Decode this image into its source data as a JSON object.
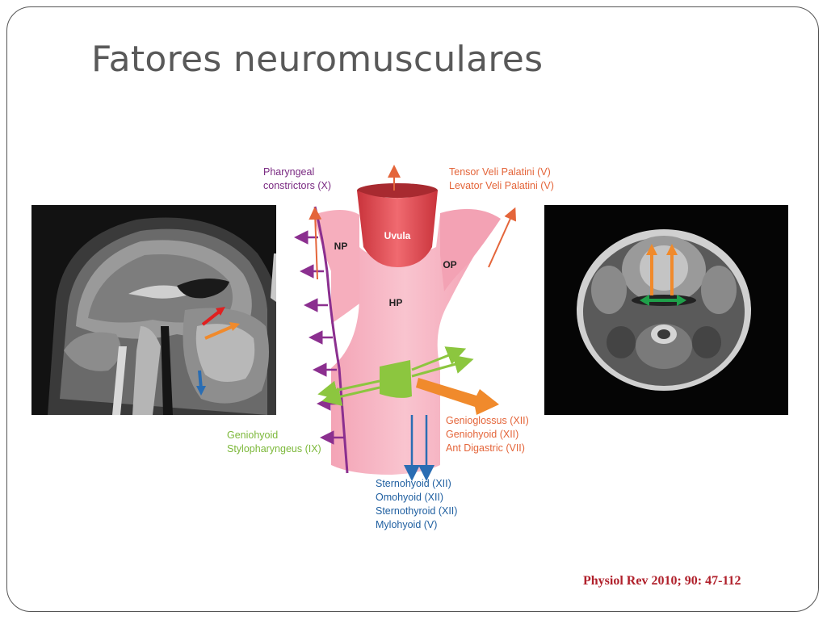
{
  "slide": {
    "title": "Fatores neuromusculares",
    "citation": "Physiol Rev 2010; 90: 47-112"
  },
  "diagram": {
    "regions": {
      "uvula": "Uvula",
      "np": "NP",
      "op": "OP",
      "hp": "HP"
    },
    "labels": {
      "pharyngeal": [
        "Pharyngeal",
        "constrictors (X)"
      ],
      "tensor": [
        "Tensor Veli Palatini (V)",
        "Levator Veli Palatini (V)"
      ],
      "geniohyoid_green": [
        "Geniohyoid",
        "Stylopharyngeus (IX)"
      ],
      "genioglossus": [
        "Genioglossus (XII)",
        "Geniohyoid (XII)",
        "Ant Digastric (VII)"
      ],
      "sternohyoid": [
        "Sternohyoid (XII)",
        "Omohyoid (XII)",
        "Sternothyroid (XII)",
        "Mylohyoid (V)"
      ]
    }
  },
  "colors": {
    "pharynx_pink": "#f7b3c1",
    "uvula_red": "#e8474f",
    "constrictor_purple": "#8b2f8f",
    "dilator_orange": "#f08a2c",
    "hyoid_green": "#8cc63f",
    "depressor_blue": "#2a6db3",
    "citation_red": "#b0202b",
    "title_gray": "#595959"
  }
}
